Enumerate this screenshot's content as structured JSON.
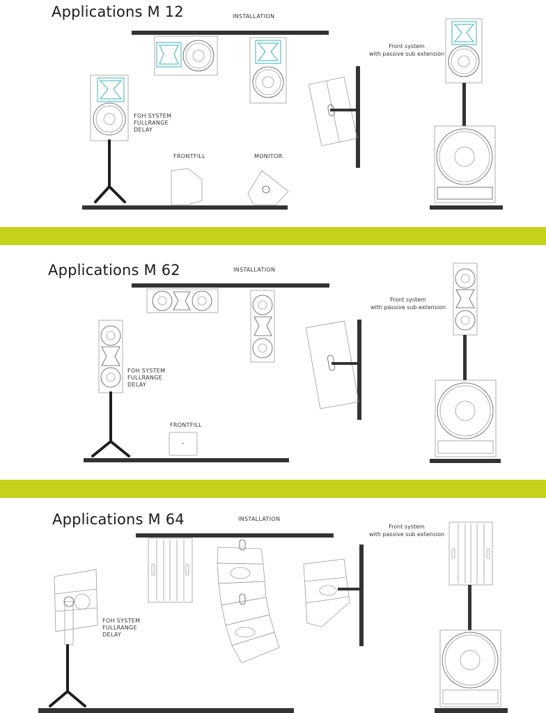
{
  "colors": {
    "band": "#c5d21a",
    "bar": "#333333",
    "horn_accent": "#35b5b5",
    "outline": "#9a9a9a"
  },
  "sections": [
    {
      "title": "Applications M 12",
      "installation_label": "INSTALLATION",
      "foh_lines": [
        "FOH SYSTEM",
        "FULLRANGE",
        "DELAY"
      ],
      "frontfill_label": "FRONTFILL",
      "monitor_label": "MONITOR",
      "front_system_lines": [
        "Front system",
        "with passive sub extension"
      ]
    },
    {
      "title": "Applications M 62",
      "installation_label": "INSTALLATION",
      "foh_lines": [
        "FOH SYSTEM",
        "FULLRANGE",
        "DELAY"
      ],
      "frontfill_label": "FRONTFILL",
      "front_system_lines": [
        "Front system",
        "with passive sub extension"
      ]
    },
    {
      "title": "Applications M 64",
      "installation_label": "INSTALLATION",
      "foh_lines": [
        "FOH SYSTEM",
        "FULLRANGE",
        "DELAY"
      ],
      "front_system_lines": [
        "Front system",
        "with passive sub extension"
      ]
    }
  ]
}
